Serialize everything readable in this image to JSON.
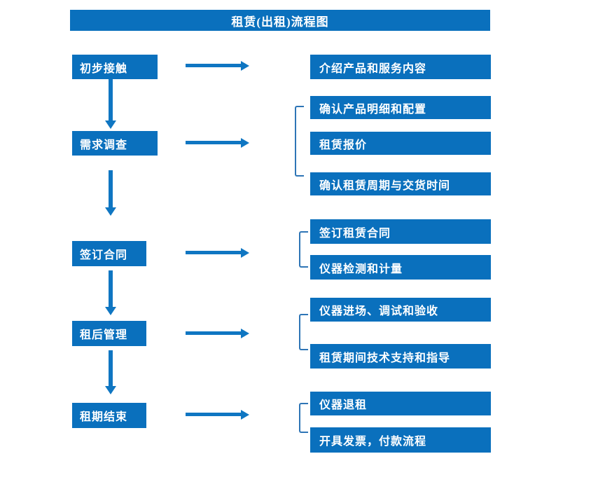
{
  "title": "租赁(出租)流程图",
  "colors": {
    "box_blue": "#0a70bd",
    "arrow_blue": "#0f76c2",
    "bracket_blue": "#2e75b6",
    "text_white": "#ffffff"
  },
  "steps": [
    {
      "label": "初步接触",
      "details": [
        "介绍产品和服务内容"
      ]
    },
    {
      "label": "需求调查",
      "details": [
        "确认产品明细和配置",
        "租赁报价",
        "确认租赁周期与交货时间"
      ]
    },
    {
      "label": "签订合同",
      "details": [
        "签订租赁合同",
        "仪器检测和计量"
      ]
    },
    {
      "label": "租后管理",
      "details": [
        "仪器进场、调试和验收",
        "租赁期间技术支持和指导"
      ]
    },
    {
      "label": "租期结束",
      "details": [
        "仪器退租",
        "开具发票，付款流程"
      ]
    }
  ]
}
